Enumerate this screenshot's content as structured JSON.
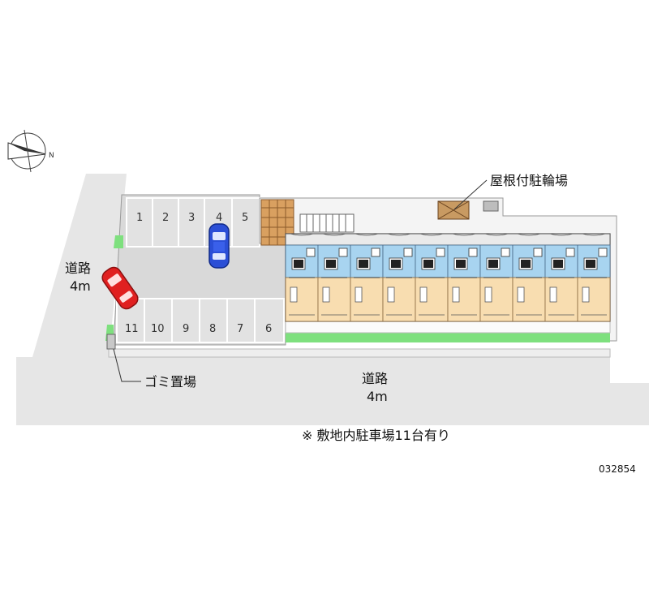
{
  "labels": {
    "road_left_name": "道路",
    "road_left_width": "4m",
    "road_bottom_name": "道路",
    "road_bottom_width": "4m",
    "bike_parking": "屋根付駐輪場",
    "garbage": "ゴミ置場",
    "note": "※ 敷地内駐車場11台有り",
    "code": "032854",
    "compass_north": "N"
  },
  "parking": {
    "top_row": [
      "1",
      "2",
      "3",
      "4",
      "5"
    ],
    "bottom_row": [
      "11",
      "10",
      "9",
      "8",
      "7",
      "6"
    ]
  },
  "colors": {
    "road": "#e6e6e6",
    "lot": "#d9d9d9",
    "greenery": "#7ee07e",
    "room_blue": "#a8d4f0",
    "room_beige": "#f8ddb0",
    "roof_brown": "#b88a5a",
    "car_blue": "#2b4fd6",
    "car_red": "#e02020"
  },
  "building": {
    "units": 10
  }
}
